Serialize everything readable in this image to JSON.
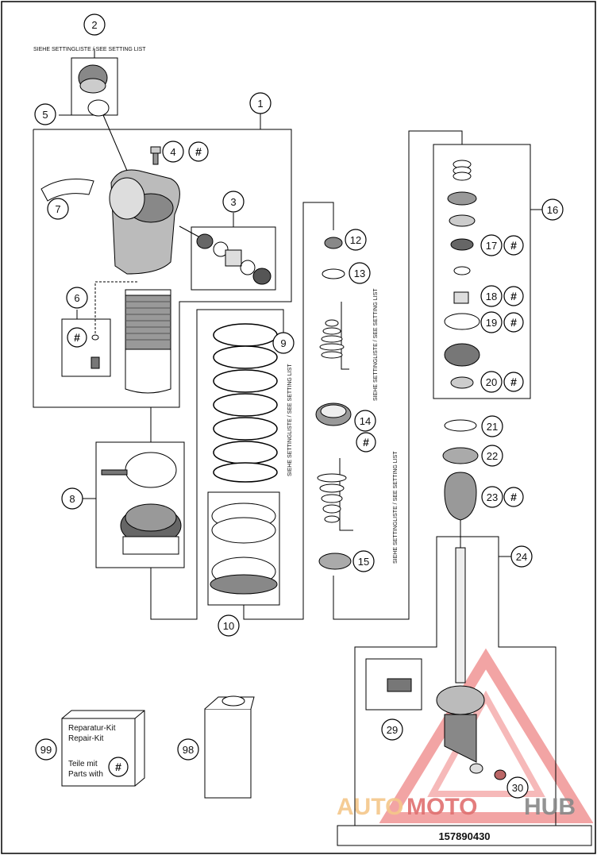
{
  "callouts": [
    {
      "id": "c1",
      "label": "1"
    },
    {
      "id": "c2",
      "label": "2"
    },
    {
      "id": "c3",
      "label": "3"
    },
    {
      "id": "c4",
      "label": "4"
    },
    {
      "id": "c5",
      "label": "5"
    },
    {
      "id": "c6",
      "label": "6"
    },
    {
      "id": "c7",
      "label": "7"
    },
    {
      "id": "c8",
      "label": "8"
    },
    {
      "id": "c9",
      "label": "9"
    },
    {
      "id": "c10",
      "label": "10"
    },
    {
      "id": "c12",
      "label": "12"
    },
    {
      "id": "c13",
      "label": "13"
    },
    {
      "id": "c14",
      "label": "14"
    },
    {
      "id": "c15",
      "label": "15"
    },
    {
      "id": "c16",
      "label": "16"
    },
    {
      "id": "c17",
      "label": "17"
    },
    {
      "id": "c18",
      "label": "18"
    },
    {
      "id": "c19",
      "label": "19"
    },
    {
      "id": "c20",
      "label": "20"
    },
    {
      "id": "c21",
      "label": "21"
    },
    {
      "id": "c22",
      "label": "22"
    },
    {
      "id": "c23",
      "label": "23"
    },
    {
      "id": "c24",
      "label": "24"
    },
    {
      "id": "c29",
      "label": "29"
    },
    {
      "id": "c30",
      "label": "30"
    },
    {
      "id": "c98",
      "label": "98"
    },
    {
      "id": "c99",
      "label": "99"
    }
  ],
  "hash_symbol": "#",
  "setting_note": "SIEHE SETTINGLISTE / SEE SETTING LIST",
  "repair_kit": {
    "line1": "Reparatur-Kit",
    "line2": "Repair-Kit",
    "line3": "Teile mit",
    "line4": "Parts with"
  },
  "watermark": {
    "part1": "AUTO",
    "part2": "MOTO",
    "part3": "HUB"
  },
  "part_number": "157890430"
}
